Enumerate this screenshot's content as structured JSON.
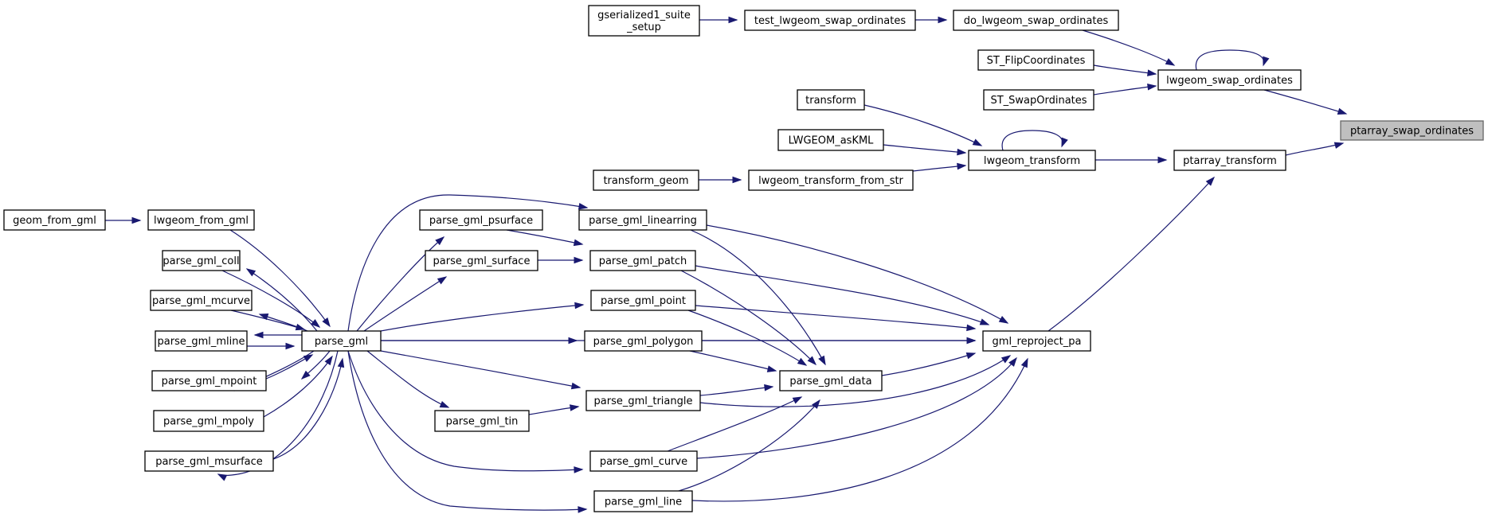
{
  "diagram": {
    "type": "caller-graph",
    "colors": {
      "edge": "#191970",
      "focus_fill": "#bfbfbf",
      "focus_border": "#666666",
      "node_fill": "#ffffff"
    },
    "nodes": [
      {
        "id": "ptarray_swap_ordinates",
        "label": "ptarray_swap_ordinates",
        "focus": true
      },
      {
        "id": "lwgeom_swap_ordinates",
        "label": "lwgeom_swap_ordinates"
      },
      {
        "id": "do_lwgeom_swap_ordinates",
        "label": "do_lwgeom_swap_ordinates"
      },
      {
        "id": "test_lwgeom_swap_ordinates",
        "label": "test_lwgeom_swap_ordinates"
      },
      {
        "id": "gserialized1_suite_setup",
        "label": "gserialized1_suite\n_setup"
      },
      {
        "id": "ST_FlipCoordinates",
        "label": "ST_FlipCoordinates"
      },
      {
        "id": "ST_SwapOrdinates",
        "label": "ST_SwapOrdinates"
      },
      {
        "id": "ptarray_transform",
        "label": "ptarray_transform"
      },
      {
        "id": "lwgeom_transform",
        "label": "lwgeom_transform"
      },
      {
        "id": "transform",
        "label": "transform"
      },
      {
        "id": "LWGEOM_asKML",
        "label": "LWGEOM_asKML"
      },
      {
        "id": "lwgeom_transform_from_str",
        "label": "lwgeom_transform_from_str"
      },
      {
        "id": "transform_geom",
        "label": "transform_geom"
      },
      {
        "id": "gml_reproject_pa",
        "label": "gml_reproject_pa"
      },
      {
        "id": "parse_gml_data",
        "label": "parse_gml_data"
      },
      {
        "id": "parse_gml_linearring",
        "label": "parse_gml_linearring"
      },
      {
        "id": "parse_gml_patch",
        "label": "parse_gml_patch"
      },
      {
        "id": "parse_gml_point",
        "label": "parse_gml_point"
      },
      {
        "id": "parse_gml_polygon",
        "label": "parse_gml_polygon"
      },
      {
        "id": "parse_gml_triangle",
        "label": "parse_gml_triangle"
      },
      {
        "id": "parse_gml_curve",
        "label": "parse_gml_curve"
      },
      {
        "id": "parse_gml_line",
        "label": "parse_gml_line"
      },
      {
        "id": "parse_gml_psurface",
        "label": "parse_gml_psurface"
      },
      {
        "id": "parse_gml_surface",
        "label": "parse_gml_surface"
      },
      {
        "id": "parse_gml_tin",
        "label": "parse_gml_tin"
      },
      {
        "id": "parse_gml",
        "label": "parse_gml"
      },
      {
        "id": "lwgeom_from_gml",
        "label": "lwgeom_from_gml"
      },
      {
        "id": "geom_from_gml",
        "label": "geom_from_gml"
      },
      {
        "id": "parse_gml_coll",
        "label": "parse_gml_coll"
      },
      {
        "id": "parse_gml_mcurve",
        "label": "parse_gml_mcurve"
      },
      {
        "id": "parse_gml_mline",
        "label": "parse_gml_mline"
      },
      {
        "id": "parse_gml_mpoint",
        "label": "parse_gml_mpoint"
      },
      {
        "id": "parse_gml_mpoly",
        "label": "parse_gml_mpoly"
      },
      {
        "id": "parse_gml_msurface",
        "label": "parse_gml_msurface"
      }
    ],
    "edges": [
      {
        "from": "lwgeom_swap_ordinates",
        "to": "ptarray_swap_ordinates"
      },
      {
        "from": "ptarray_transform",
        "to": "ptarray_swap_ordinates"
      },
      {
        "from": "do_lwgeom_swap_ordinates",
        "to": "lwgeom_swap_ordinates"
      },
      {
        "from": "lwgeom_swap_ordinates",
        "to": "lwgeom_swap_ordinates"
      },
      {
        "from": "ST_FlipCoordinates",
        "to": "lwgeom_swap_ordinates"
      },
      {
        "from": "ST_SwapOrdinates",
        "to": "lwgeom_swap_ordinates"
      },
      {
        "from": "test_lwgeom_swap_ordinates",
        "to": "do_lwgeom_swap_ordinates"
      },
      {
        "from": "gserialized1_suite_setup",
        "to": "test_lwgeom_swap_ordinates"
      },
      {
        "from": "lwgeom_transform",
        "to": "ptarray_transform"
      },
      {
        "from": "gml_reproject_pa",
        "to": "ptarray_transform"
      },
      {
        "from": "transform",
        "to": "lwgeom_transform"
      },
      {
        "from": "lwgeom_transform",
        "to": "lwgeom_transform"
      },
      {
        "from": "LWGEOM_asKML",
        "to": "lwgeom_transform"
      },
      {
        "from": "lwgeom_transform_from_str",
        "to": "lwgeom_transform"
      },
      {
        "from": "transform_geom",
        "to": "lwgeom_transform_from_str"
      },
      {
        "from": "parse_gml_linearring",
        "to": "gml_reproject_pa"
      },
      {
        "from": "parse_gml_patch",
        "to": "gml_reproject_pa"
      },
      {
        "from": "parse_gml_point",
        "to": "gml_reproject_pa"
      },
      {
        "from": "parse_gml",
        "to": "gml_reproject_pa"
      },
      {
        "from": "parse_gml_polygon",
        "to": "gml_reproject_pa"
      },
      {
        "from": "parse_gml_data",
        "to": "gml_reproject_pa"
      },
      {
        "from": "parse_gml_triangle",
        "to": "gml_reproject_pa"
      },
      {
        "from": "parse_gml_curve",
        "to": "gml_reproject_pa"
      },
      {
        "from": "parse_gml_line",
        "to": "gml_reproject_pa"
      },
      {
        "from": "parse_gml_linearring",
        "to": "parse_gml_data"
      },
      {
        "from": "parse_gml_patch",
        "to": "parse_gml_data"
      },
      {
        "from": "parse_gml_point",
        "to": "parse_gml_data"
      },
      {
        "from": "parse_gml_polygon",
        "to": "parse_gml_data"
      },
      {
        "from": "parse_gml_triangle",
        "to": "parse_gml_data"
      },
      {
        "from": "parse_gml_curve",
        "to": "parse_gml_data"
      },
      {
        "from": "parse_gml_line",
        "to": "parse_gml_data"
      },
      {
        "from": "parse_gml",
        "to": "parse_gml_linearring"
      },
      {
        "from": "parse_gml_psurface",
        "to": "parse_gml_patch"
      },
      {
        "from": "parse_gml_surface",
        "to": "parse_gml_patch"
      },
      {
        "from": "parse_gml",
        "to": "parse_gml_point"
      },
      {
        "from": "parse_gml",
        "to": "parse_gml_polygon"
      },
      {
        "from": "parse_gml",
        "to": "parse_gml_triangle"
      },
      {
        "from": "parse_gml_tin",
        "to": "parse_gml_triangle"
      },
      {
        "from": "parse_gml",
        "to": "parse_gml_curve"
      },
      {
        "from": "parse_gml",
        "to": "parse_gml_line"
      },
      {
        "from": "parse_gml",
        "to": "parse_gml_psurface"
      },
      {
        "from": "parse_gml",
        "to": "parse_gml_surface"
      },
      {
        "from": "parse_gml",
        "to": "parse_gml_tin"
      },
      {
        "from": "lwgeom_from_gml",
        "to": "parse_gml"
      },
      {
        "from": "geom_from_gml",
        "to": "lwgeom_from_gml"
      },
      {
        "from": "parse_gml_coll",
        "to": "parse_gml"
      },
      {
        "from": "parse_gml",
        "to": "parse_gml_coll"
      },
      {
        "from": "parse_gml_mcurve",
        "to": "parse_gml"
      },
      {
        "from": "parse_gml",
        "to": "parse_gml_mcurve"
      },
      {
        "from": "parse_gml_mline",
        "to": "parse_gml"
      },
      {
        "from": "parse_gml",
        "to": "parse_gml_mline"
      },
      {
        "from": "parse_gml_mpoint",
        "to": "parse_gml"
      },
      {
        "from": "parse_gml",
        "to": "parse_gml_mpoint"
      },
      {
        "from": "parse_gml_mpoly",
        "to": "parse_gml"
      },
      {
        "from": "parse_gml",
        "to": "parse_gml_mpoly"
      },
      {
        "from": "parse_gml_msurface",
        "to": "parse_gml"
      },
      {
        "from": "parse_gml",
        "to": "parse_gml_msurface"
      }
    ]
  }
}
